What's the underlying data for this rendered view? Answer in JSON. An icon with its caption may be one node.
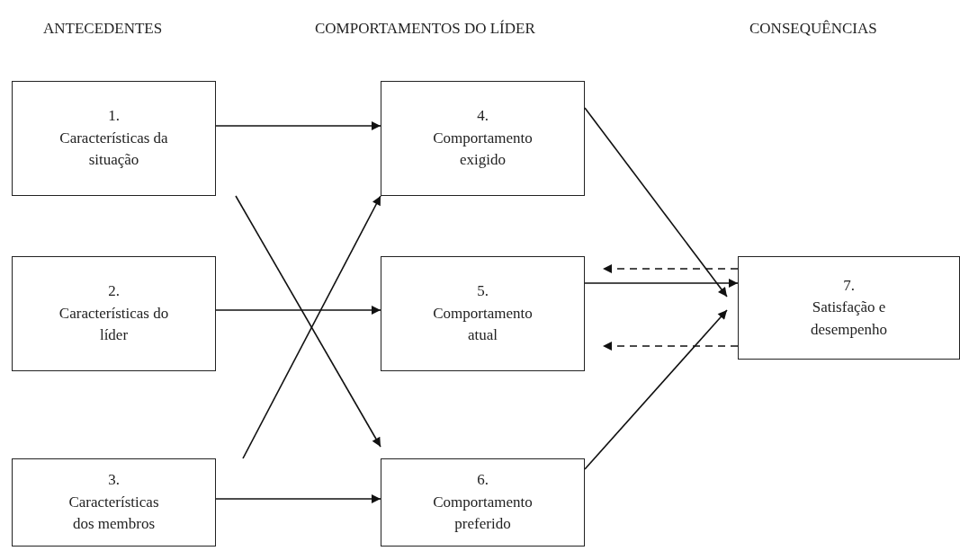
{
  "diagram": {
    "nodes": [
      {
        "text": [
          "1.",
          "Características da situação"
        ]
      },
      {
        "text": [
          "2.",
          "Características do líder"
        ]
      },
      {
        "text": [
          "3.",
          "Características dos membros"
        ]
      },
      {
        "text": [
          "4.",
          "Comportamento exigido"
        ]
      },
      {
        "text": [
          "5.",
          "Comportamento atual"
        ]
      },
      {
        "text": [
          "6.",
          "Comportamento preferido"
        ]
      },
      {
        "text": [
          "7.",
          "Satisfação e desempenho"
        ]
      }
    ],
    "edges": [
      {
        "from": 0,
        "to": 3,
        "arrow": "to"
      },
      {
        "from": 0,
        "to": 5,
        "arrow": "to"
      },
      {
        "from": 1,
        "to": 4,
        "arrow": "to"
      },
      {
        "from": 2,
        "to": 3,
        "arrow": "to"
      },
      {
        "from": 2,
        "to": 5,
        "arrow": "to"
      },
      {
        "from": 3,
        "to": 6,
        "arrow": "to"
      },
      {
        "from": 4,
        "to": 6,
        "arrow": "to"
      },
      {
        "from": 5,
        "to": 6,
        "arrow": "to"
      },
      {
        "from": 6,
        "to": 4,
        "arrow": "to",
        "style": "dashed"
      },
      {
        "from": 6,
        "to": 4,
        "arrow": "to",
        "style": "dashed"
      }
    ],
    "labels": [
      "ANTECEDENTES",
      "COMPORTAMENTOS DO LÍDER",
      "CONSEQUÊNCIAS"
    ]
  }
}
